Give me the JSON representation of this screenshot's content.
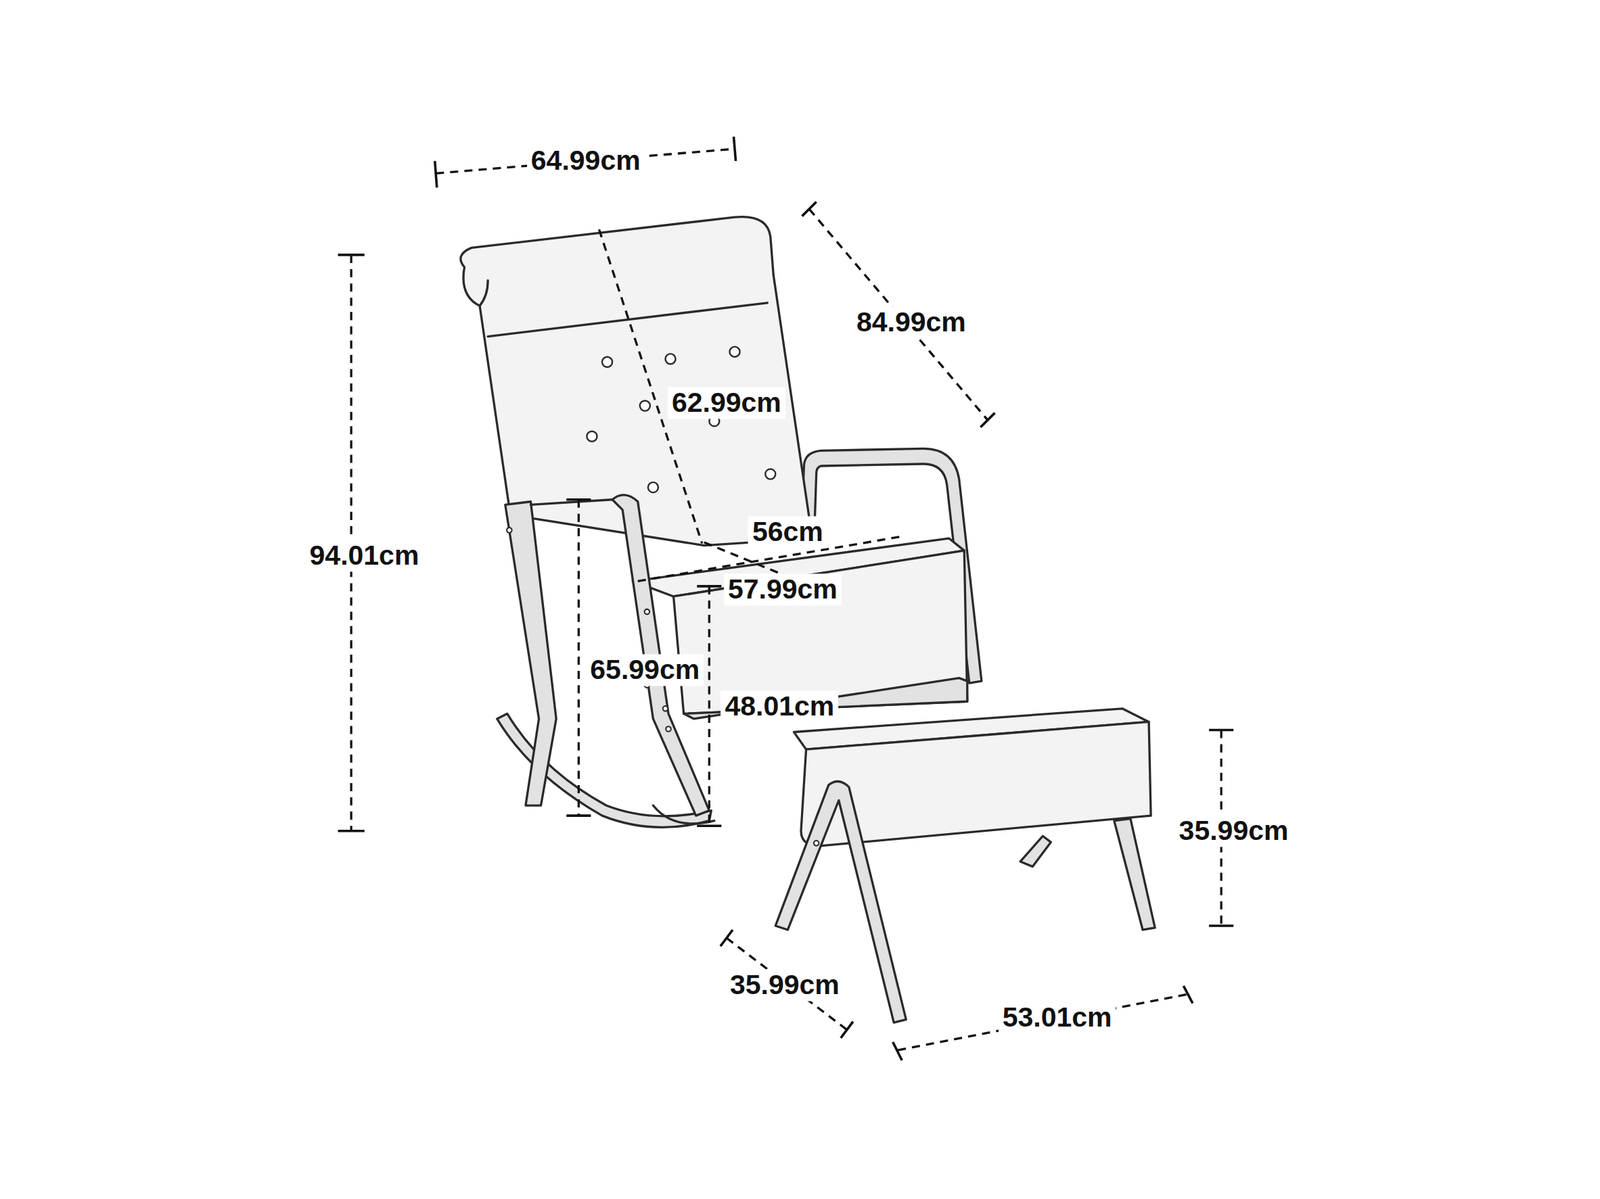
{
  "diagram": {
    "labels": [
      "64.99cm",
      "84.99cm",
      "62.99cm",
      "56cm",
      "57.99cm",
      "94.01cm",
      "65.99cm",
      "48.01cm",
      "35.99cm",
      "35.99cm",
      "53.01cm"
    ]
  }
}
